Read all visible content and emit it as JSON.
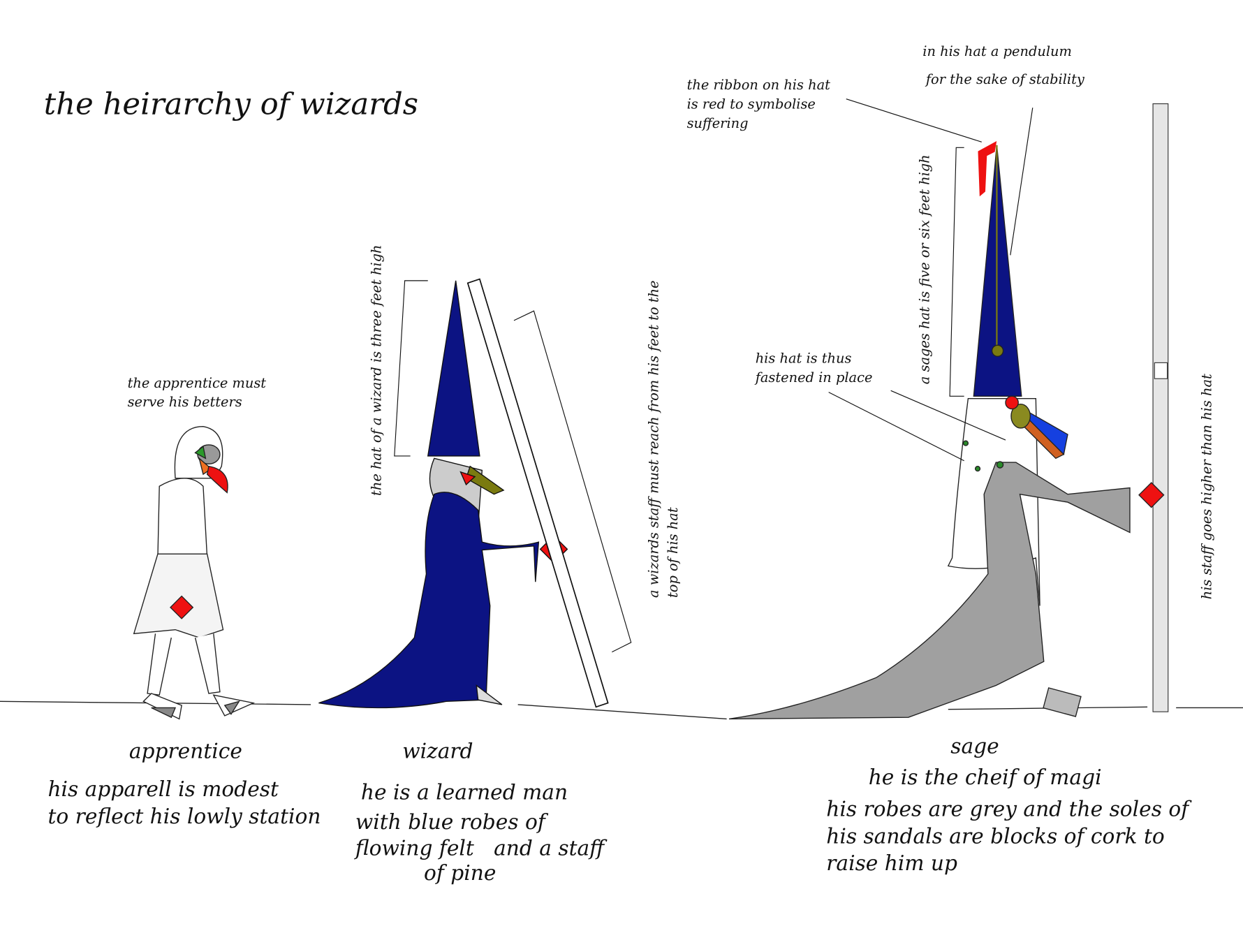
{
  "title": "the heirarchy of wizards",
  "annotations": {
    "apprentice_note": [
      "the apprentice must",
      "serve his betters"
    ],
    "wizard_hat_note": "the hat of a wizard is three feet  high",
    "wizard_staff_note": [
      "a wizards staff must reach from his feet to the",
      "top of his hat"
    ],
    "ribbon_note": [
      "the ribbon on his hat",
      "is red to symbolise",
      "suffering"
    ],
    "pendulum_note": [
      "in his hat a pendulum",
      "for the sake of stability"
    ],
    "sage_hat_note": "a sages hat is five or six feet high",
    "fastened_note": [
      "his hat is thus",
      "fastened in place"
    ],
    "sage_staff_note": "his staff goes higher than his hat"
  },
  "figures": {
    "apprentice": {
      "label": "apprentice",
      "desc": [
        "his apparell is modest",
        "to reflect his lowly station"
      ]
    },
    "wizard": {
      "label": "wizard",
      "desc": [
        "he is a learned man",
        "with blue robes of",
        "flowing felt   and a staff",
        "of pine"
      ]
    },
    "sage": {
      "label": "sage",
      "desc": [
        "he is the cheif of magi",
        "his robes are grey and the soles of",
        "his sandals are blocks of cork to",
        "raise him up"
      ]
    }
  },
  "colors": {
    "navy": "#0c1383",
    "grey": "#a0a0a0",
    "red": "#ee1111",
    "olive": "#7a7a10"
  }
}
